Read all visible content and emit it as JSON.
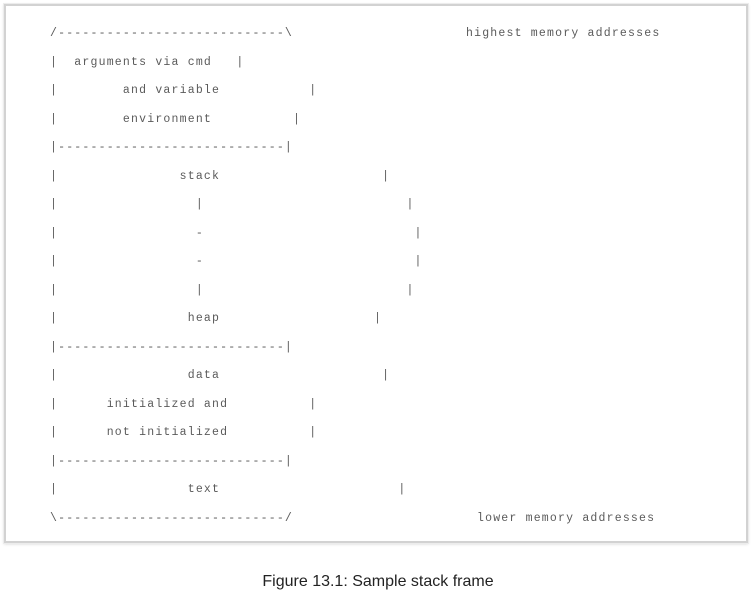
{
  "diagram": {
    "rows": [
      {
        "text": "/----------------------------\\"
      },
      {
        "text": "|  arguments via cmd   |"
      },
      {
        "text": "|        and variable           |"
      },
      {
        "text": "|        environment          |"
      },
      {
        "text": "|----------------------------|"
      },
      {
        "text": "|               stack                    |"
      },
      {
        "text": "|                 |                         |"
      },
      {
        "text": "|                 -                          |"
      },
      {
        "text": "|                 -                          |"
      },
      {
        "text": "|                 |                         |"
      },
      {
        "text": "|                heap                   |"
      },
      {
        "text": "|----------------------------|"
      },
      {
        "text": "|                data                    |"
      },
      {
        "text": "|      initialized and          |"
      },
      {
        "text": "|      not initialized          |"
      },
      {
        "text": "|----------------------------|"
      },
      {
        "text": "|                text                      |"
      },
      {
        "text": "\\----------------------------/"
      }
    ],
    "label_high": "highest memory addresses",
    "label_low": "lower memory addresses"
  },
  "caption": "Figure 13.1: Sample stack frame"
}
